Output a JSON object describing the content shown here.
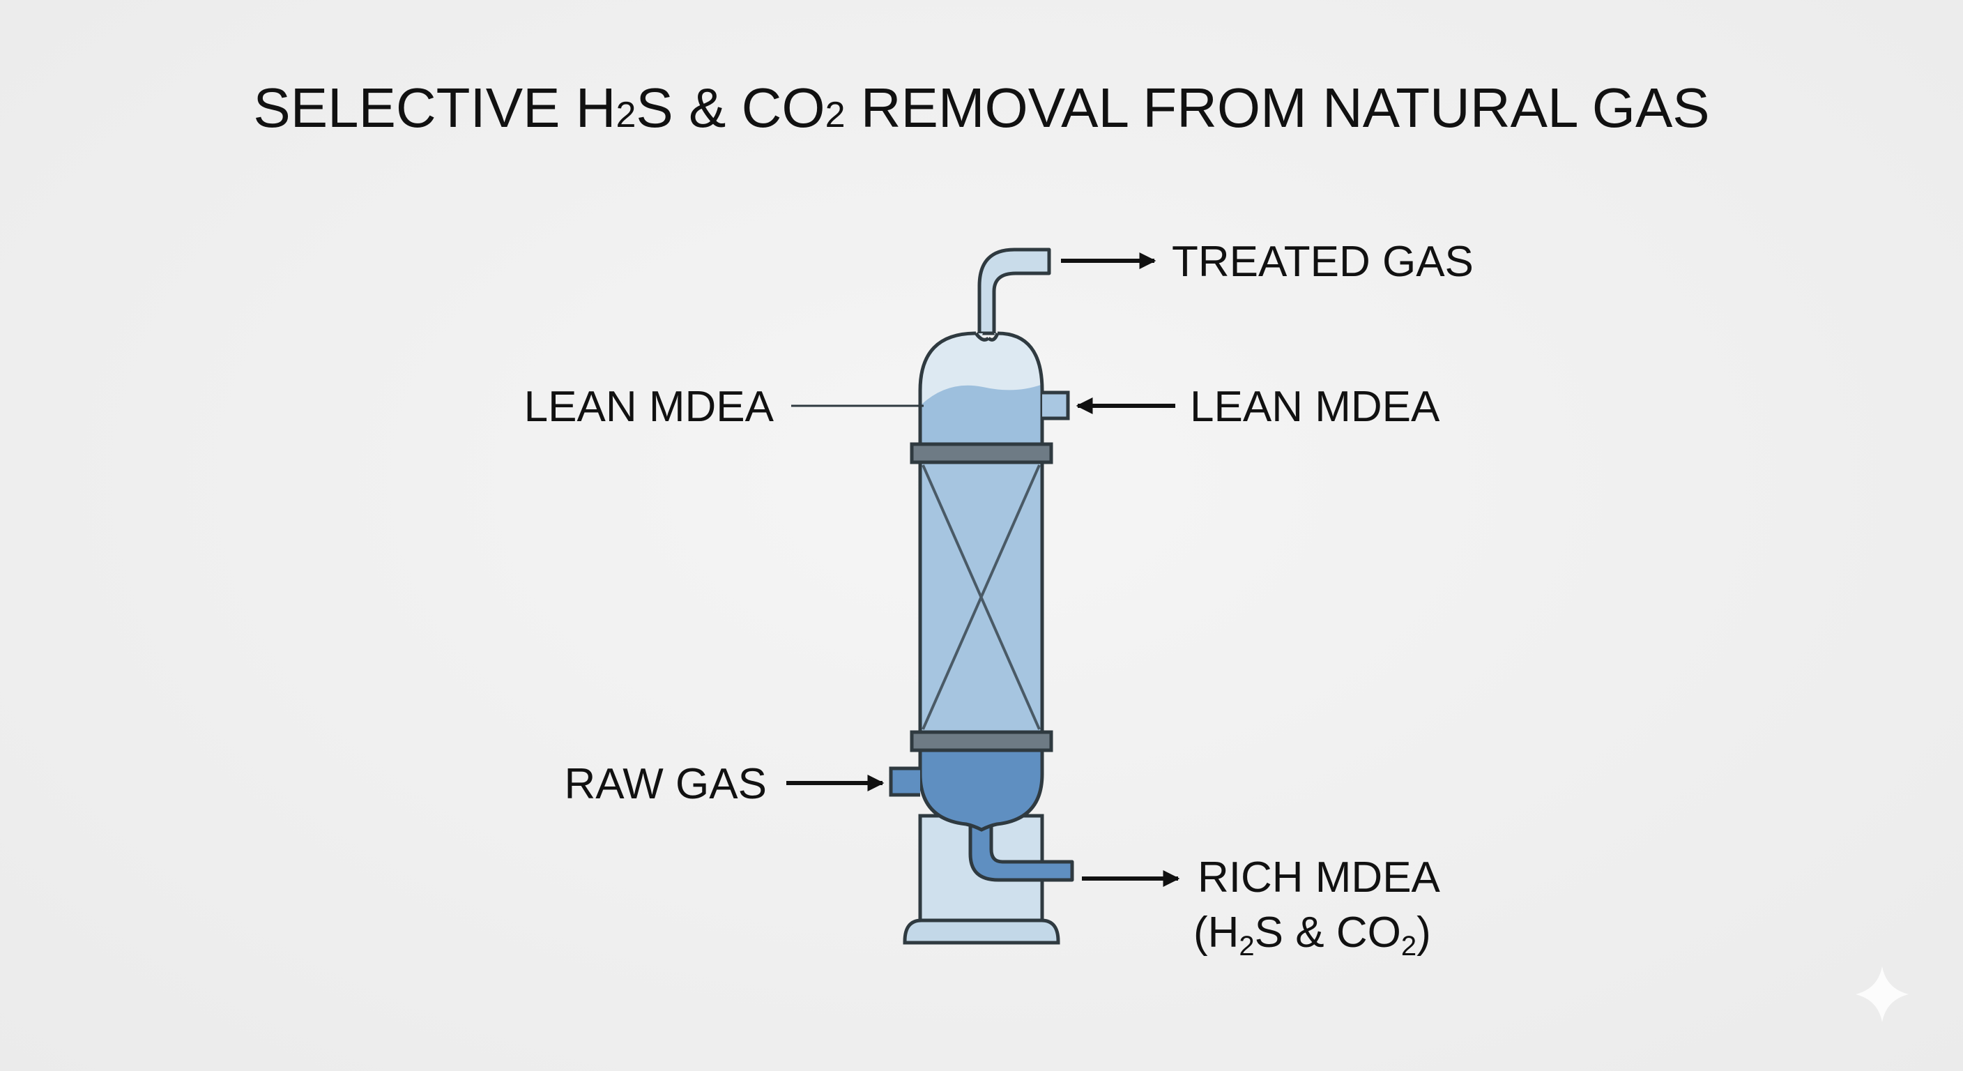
{
  "title": {
    "part1": "SELECTIVE H",
    "sub1": "2",
    "part2": "S & CO",
    "sub2": "2",
    "part3": " REMOVAL FROM NATURAL GAS"
  },
  "labels": {
    "treated_gas": "TREATED GAS",
    "lean_mdea_left": "LEAN MDEA",
    "lean_mdea_right": "LEAN MDEA",
    "raw_gas": "RAW GAS",
    "rich_mdea_line1": "RICH MDEA",
    "rich_mdea_line2": {
      "a": "(H",
      "sub1": "2",
      "b": "S & CO",
      "sub2": "2",
      "c": ")"
    }
  },
  "colors": {
    "outline": "#2f3a40",
    "liquid_light": "#c9dcea",
    "liquid_mid": "#9dbfdd",
    "liquid_dark": "#5f8fc1",
    "flange": "#6e7b85",
    "arrow": "#111111"
  },
  "icons": {
    "arrow": "arrow-right-icon",
    "sparkle": "sparkle-icon"
  }
}
